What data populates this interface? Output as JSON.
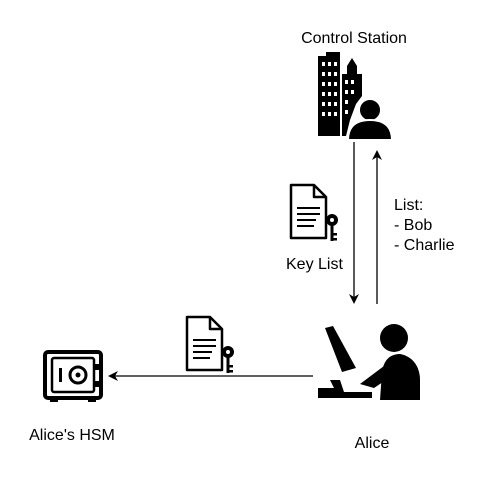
{
  "nodes": {
    "control_station": {
      "label": "Control Station"
    },
    "alice": {
      "label": "Alice"
    },
    "hsm": {
      "label": "Alice's HSM"
    }
  },
  "edges": {
    "key_list": {
      "label": "Key List"
    },
    "list_note": {
      "title": "List:",
      "items": [
        "- Bob",
        "- Charlie"
      ]
    }
  },
  "icons": {
    "control_station": "building-with-user-icon",
    "alice": "person-at-computer-icon",
    "hsm": "safe-icon",
    "document": "document-with-key-icon"
  },
  "colors": {
    "ink": "#000000",
    "background": "#ffffff"
  }
}
